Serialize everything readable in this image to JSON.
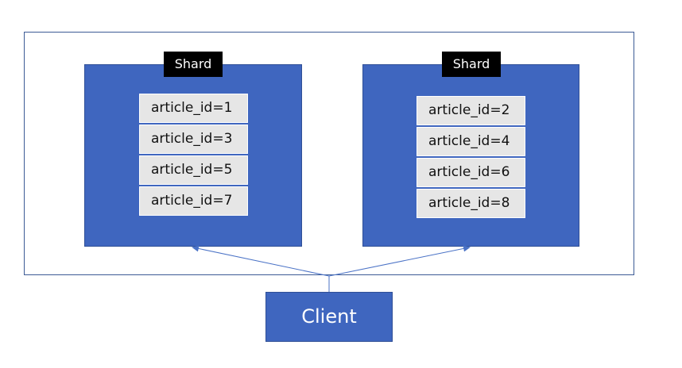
{
  "shards": [
    {
      "label": "Shard",
      "rows": [
        "article_id=1",
        "article_id=3",
        "article_id=5",
        "article_id=7"
      ]
    },
    {
      "label": "Shard",
      "rows": [
        "article_id=2",
        "article_id=4",
        "article_id=6",
        "article_id=8"
      ]
    }
  ],
  "client": {
    "label": "Client"
  },
  "colors": {
    "box_fill": "#3f66bf",
    "row_fill": "#e6e6e6",
    "label_fill": "#000000",
    "border": "#3c5b95"
  }
}
